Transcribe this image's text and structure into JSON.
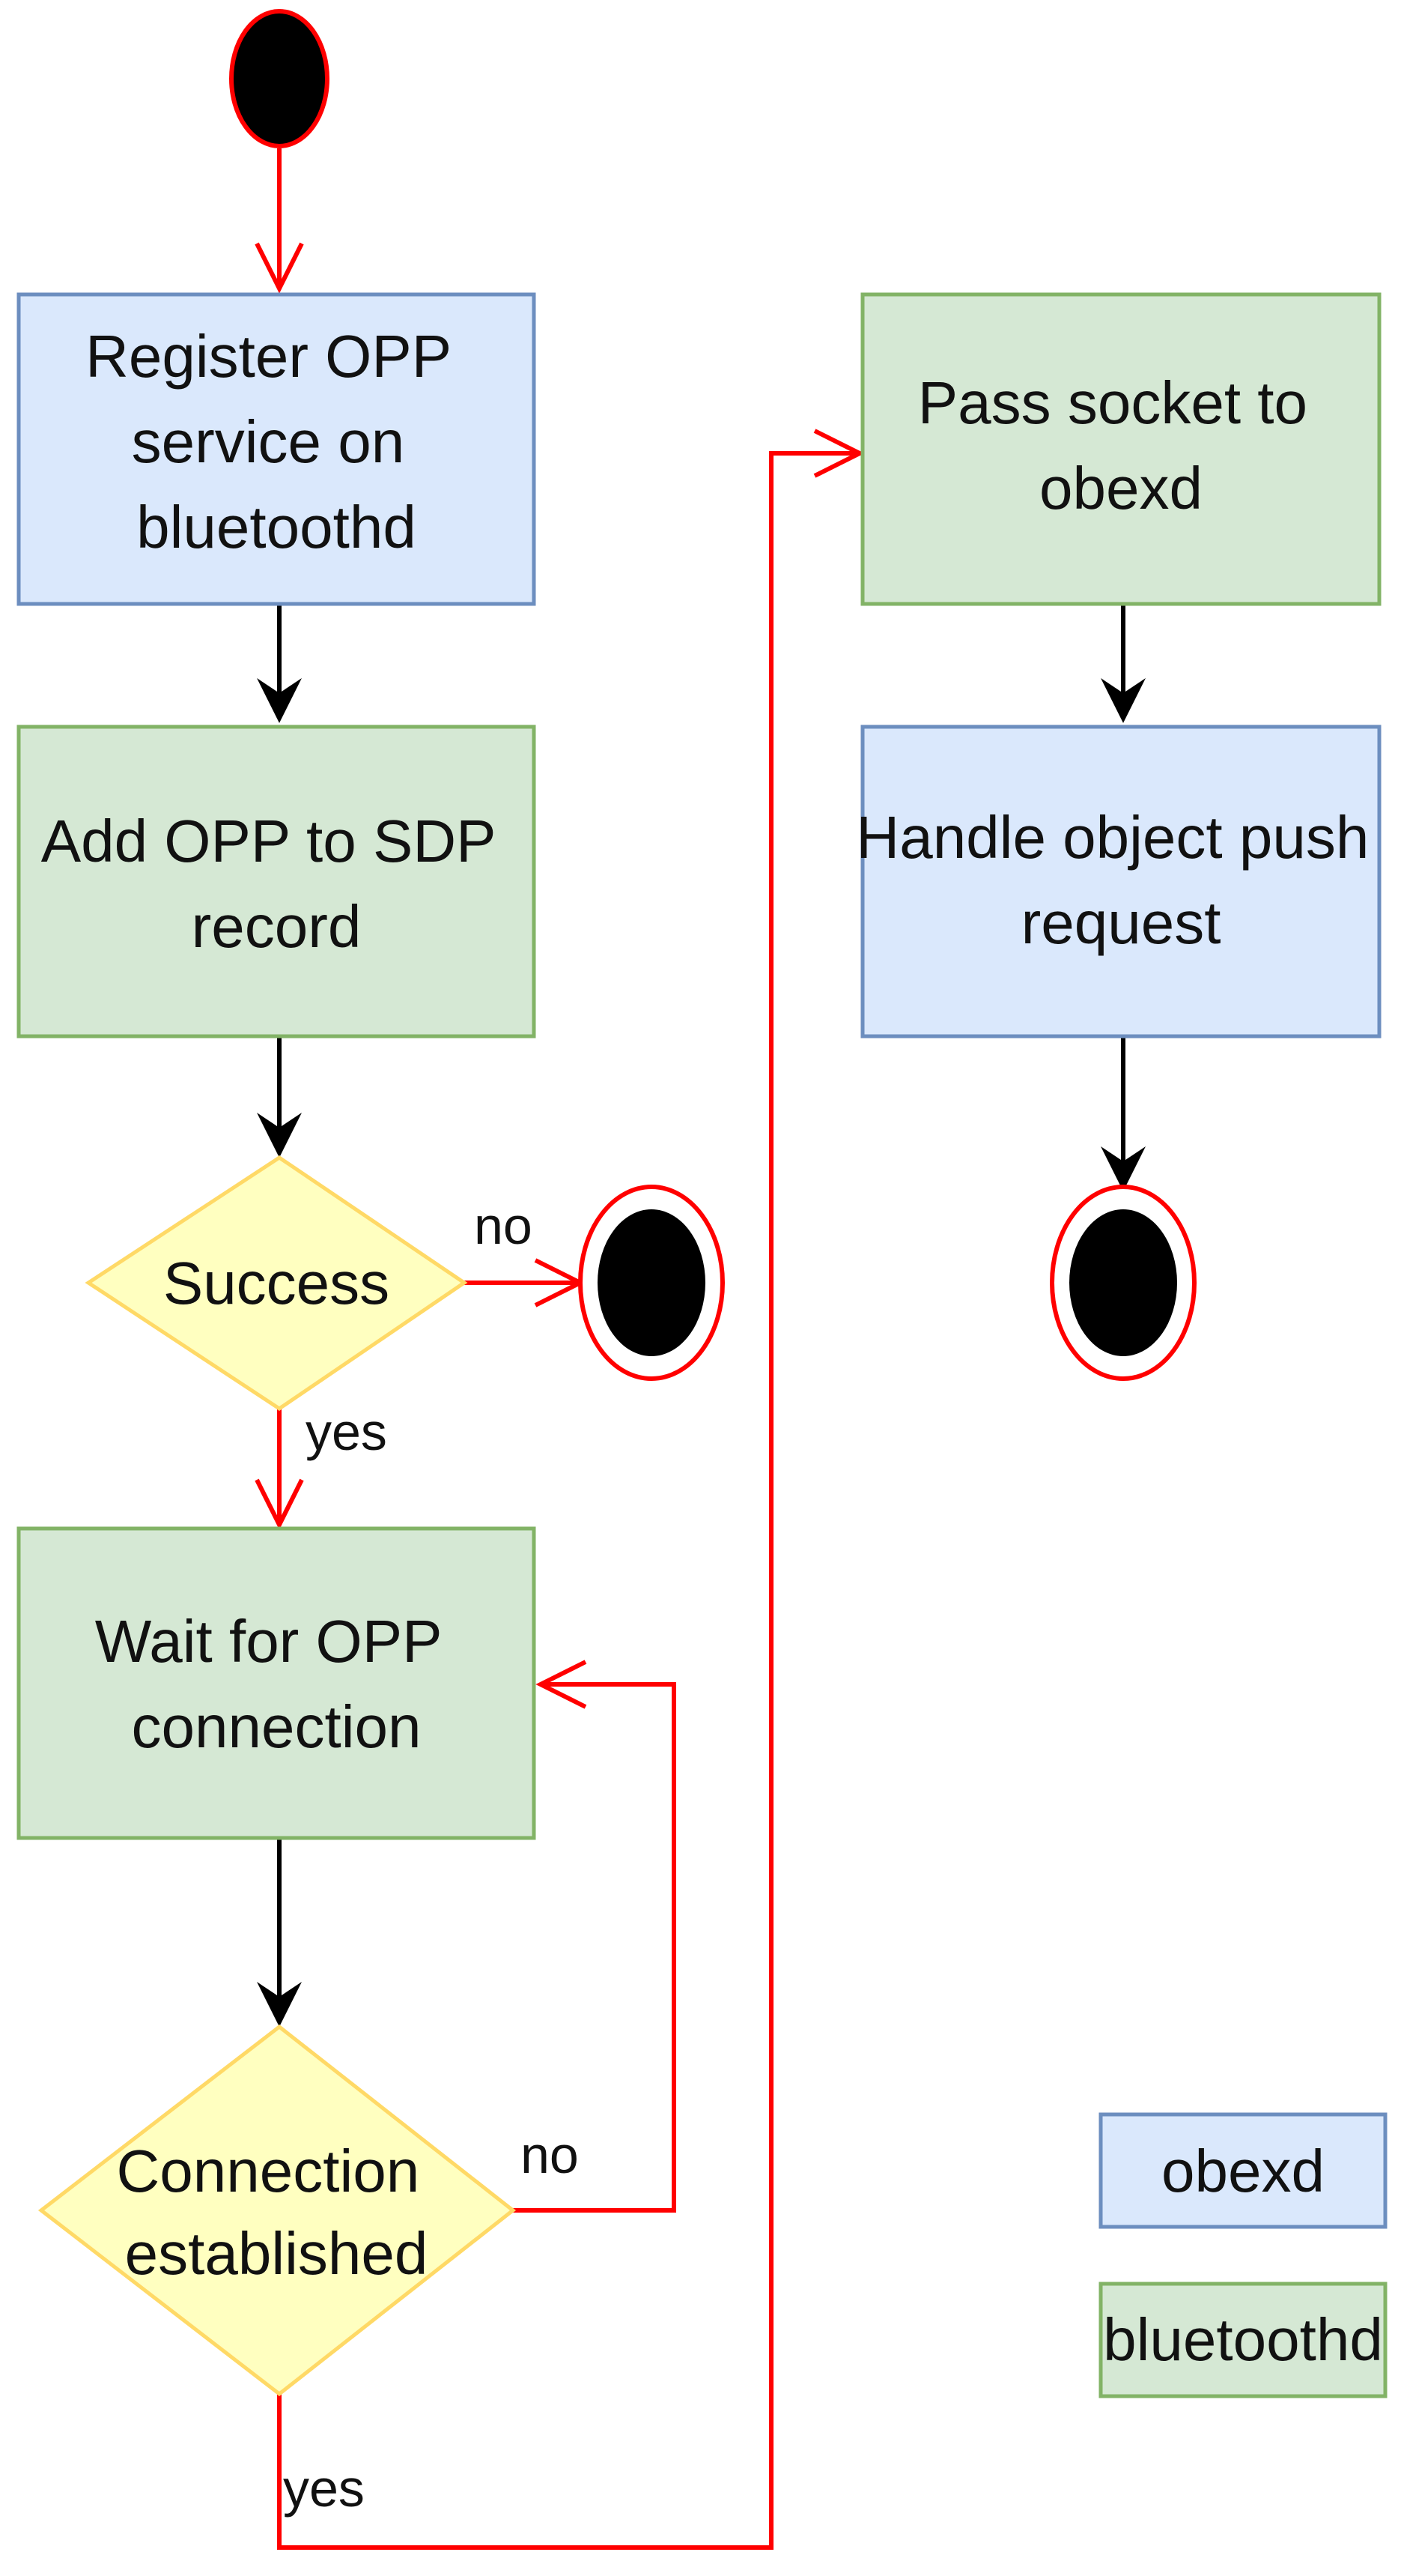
{
  "colors": {
    "obexd_fill": "#dae8fc",
    "obexd_stroke": "#6c8ebf",
    "bluetoothd_fill": "#d5e8d4",
    "bluetoothd_stroke": "#82b366",
    "decision_fill": "#ffffc0",
    "decision_stroke": "#ffd966",
    "flow_red": "#ff0000",
    "flow_black": "#000000",
    "terminal_fill": "#000000"
  },
  "nodes": {
    "register_opp": [
      "Register OPP",
      "service on",
      "bluetoothd"
    ],
    "add_opp_sdp": [
      "Add OPP to SDP",
      "record"
    ],
    "success_decision": [
      "Success"
    ],
    "wait_opp_connection": [
      "Wait for OPP",
      "connection"
    ],
    "connection_decision": [
      "Connection",
      "established"
    ],
    "pass_socket": [
      "Pass socket to",
      "obexd"
    ],
    "handle_push": [
      "Handle object push",
      "request"
    ]
  },
  "edge_labels": {
    "success_no": "no",
    "success_yes": "yes",
    "connection_no": "no",
    "connection_yes": "yes"
  },
  "legend": {
    "obexd": "obexd",
    "bluetoothd": "bluetoothd"
  }
}
